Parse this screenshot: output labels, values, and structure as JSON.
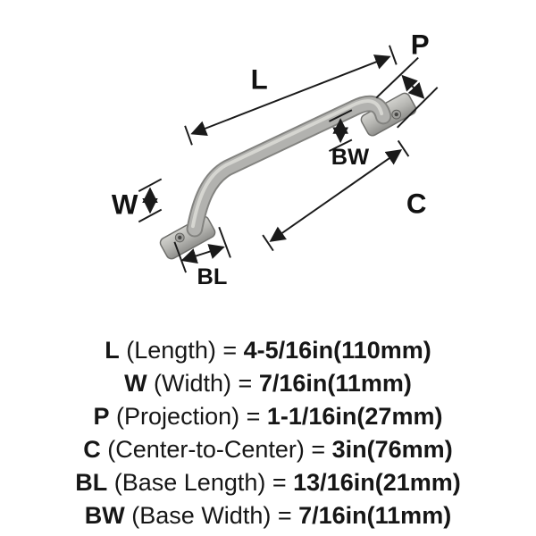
{
  "diagram": {
    "labels": {
      "length": "L",
      "projection": "P",
      "width": "W",
      "base_width": "BW",
      "center_to_center": "C",
      "base_length": "BL"
    },
    "colors": {
      "metal_light": "#d9d9d5",
      "metal_mid": "#b2b2af",
      "metal_dark": "#82827f",
      "dimension_line": "#1a1a1a"
    }
  },
  "specs": [
    {
      "symbol": "L",
      "rest": " (Length) = ",
      "value": "4-5/16in(110mm)"
    },
    {
      "symbol": "W",
      "rest": " (Width) = ",
      "value": "7/16in(11mm)"
    },
    {
      "symbol": "P",
      "rest": " (Projection) = ",
      "value": "1-1/16in(27mm)"
    },
    {
      "symbol": "C",
      "rest": " (Center-to-Center) = ",
      "value": "3in(76mm)"
    },
    {
      "symbol": "BL",
      "rest": " (Base Length) = ",
      "value": "13/16in(21mm)"
    },
    {
      "symbol": "BW",
      "rest": " (Base Width) = ",
      "value": "7/16in(11mm)"
    }
  ]
}
